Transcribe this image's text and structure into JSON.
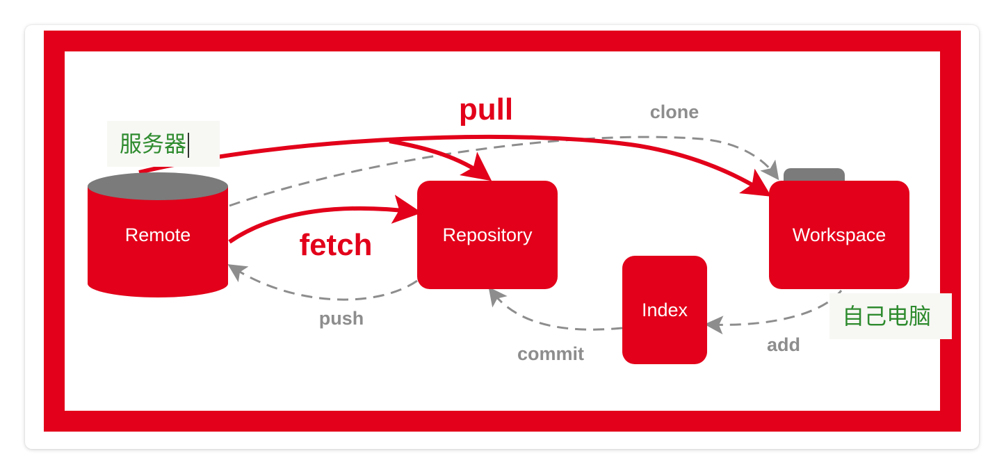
{
  "nodes": {
    "remote": "Remote",
    "repository": "Repository",
    "workspace": "Workspace",
    "index": "Index"
  },
  "arrows": {
    "pull": "pull",
    "fetch": "fetch",
    "clone": "clone",
    "push": "push",
    "commit": "commit",
    "add": "add"
  },
  "annotations": {
    "server": "服务器",
    "own_computer": "自己电脑"
  },
  "colors": {
    "brand_red": "#e2001a",
    "node_gray": "#7b7b7b",
    "dashed_gray": "#8d8d8d",
    "annotation_green": "#2e8b2e"
  }
}
